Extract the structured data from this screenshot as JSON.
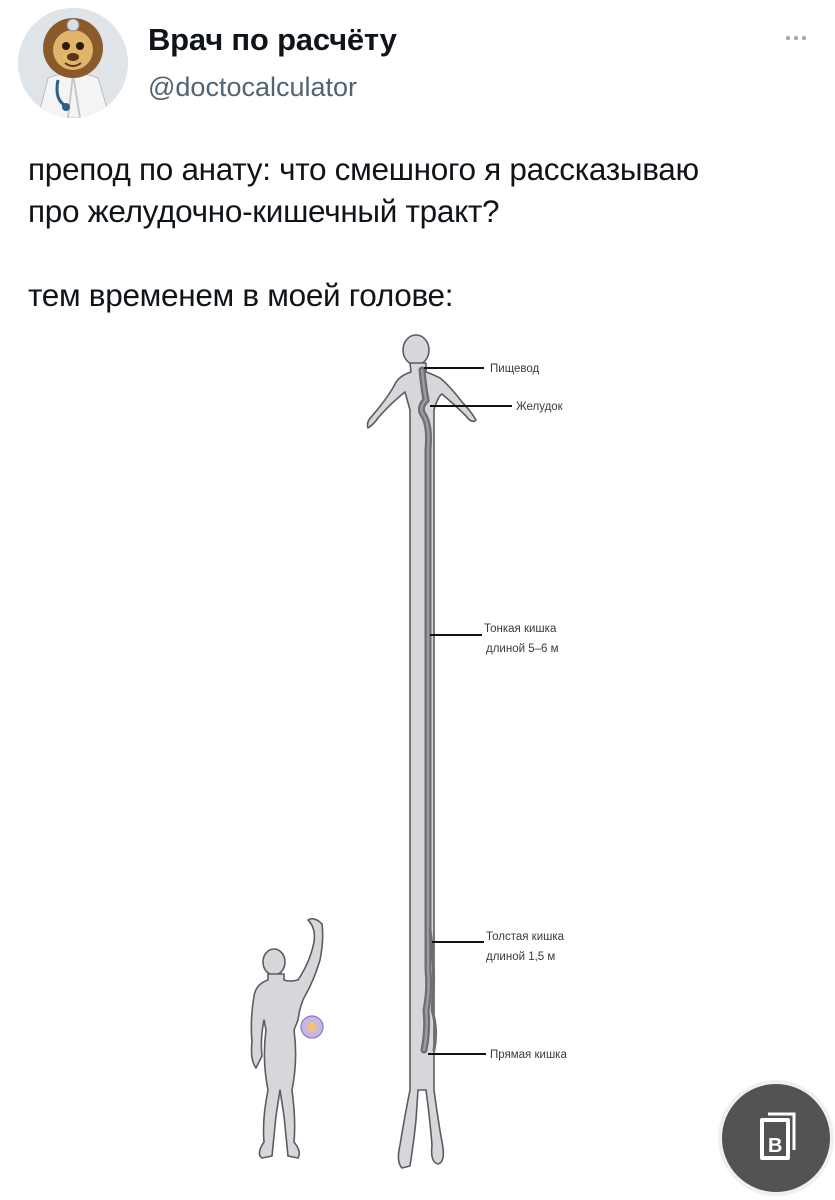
{
  "tweet": {
    "display_name": "Врач по расчёту",
    "handle": "@doctocalculator",
    "text_lines": [
      "препод по анату: что смешного я рассказываю",
      "про желудочно-кишечный тракт?"
    ],
    "text_second": "тем временем в моей голове:",
    "more_icon": "more-dots-icon"
  },
  "illustration": {
    "labels": {
      "esophagus": "Пищевод",
      "stomach": "Желудок",
      "small_intestine_1": "Тонкая кишка",
      "small_intestine_2": "длиной 5–6 м",
      "large_intestine_1": "Толстая кишка",
      "large_intestine_2": "длиной 1,5 м",
      "rectum": "Прямая кишка"
    }
  },
  "badge": {
    "letter": "В",
    "icon": "book-icon"
  },
  "colors": {
    "body_fill": "#d7d7db",
    "body_stroke": "#5c5c60",
    "tract": "#6e6e72",
    "text": "#0f1419",
    "handle": "#536471"
  }
}
